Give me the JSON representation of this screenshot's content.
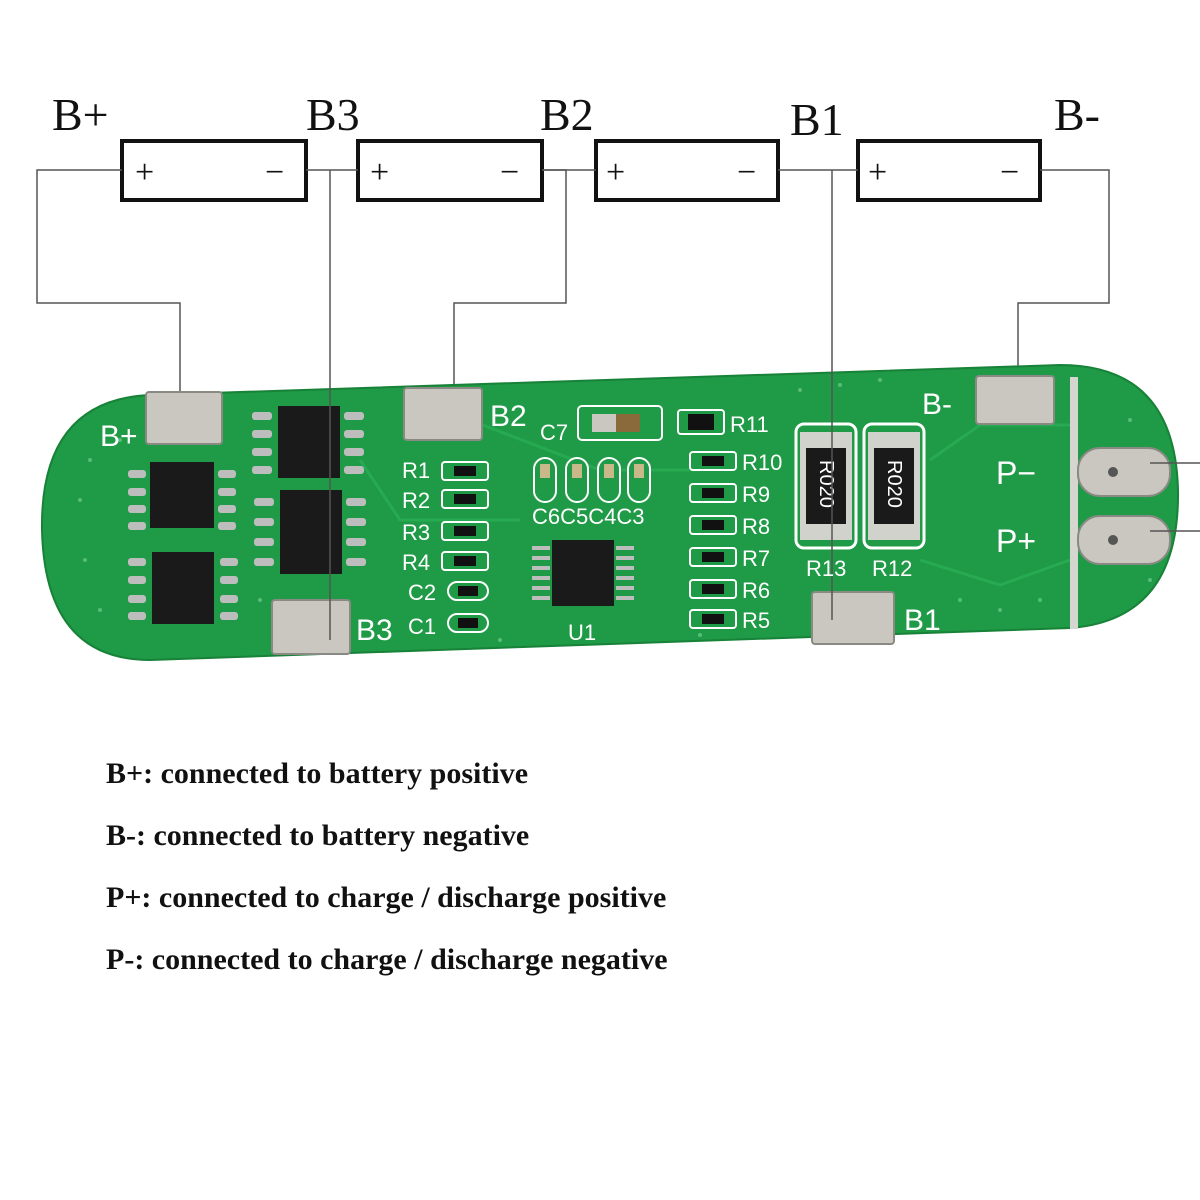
{
  "cells": [
    {
      "plus": "+",
      "minus": "−"
    },
    {
      "plus": "+",
      "minus": "−"
    },
    {
      "plus": "+",
      "minus": "−"
    },
    {
      "plus": "+",
      "minus": "−"
    }
  ],
  "node_labels": {
    "b_plus": "B+",
    "b3": "B3",
    "b2": "B2",
    "b1": "B1",
    "b_minus": "B-"
  },
  "pcb": {
    "pad_labels": {
      "b_plus": "B+",
      "b2": "B2",
      "b3": "B3",
      "b1": "B1",
      "b_minus": "B-",
      "p_minus": "P−",
      "p_plus": "P+"
    },
    "silkscreen": {
      "c7": "C7",
      "r11": "R11",
      "r10": "R10",
      "r9": "R9",
      "r8": "R8",
      "r7": "R7",
      "r6": "R6",
      "r5": "R5",
      "r1": "R1",
      "r2": "R2",
      "r3": "R3",
      "r4": "R4",
      "c2": "C2",
      "c1": "C1",
      "c6c5c4c3": "C6C5C4C3",
      "u1": "U1",
      "r13": "R13",
      "r12": "R12"
    },
    "shunt_marking": "R020",
    "colors": {
      "board": "#1f9a46",
      "pad": "#c9c7c0",
      "chip": "#1a1a1a"
    }
  },
  "legend": [
    "B+: connected to battery positive",
    "B-: connected to battery negative",
    "P+: connected to charge / discharge positive",
    "P-: connected to charge / discharge negative"
  ]
}
